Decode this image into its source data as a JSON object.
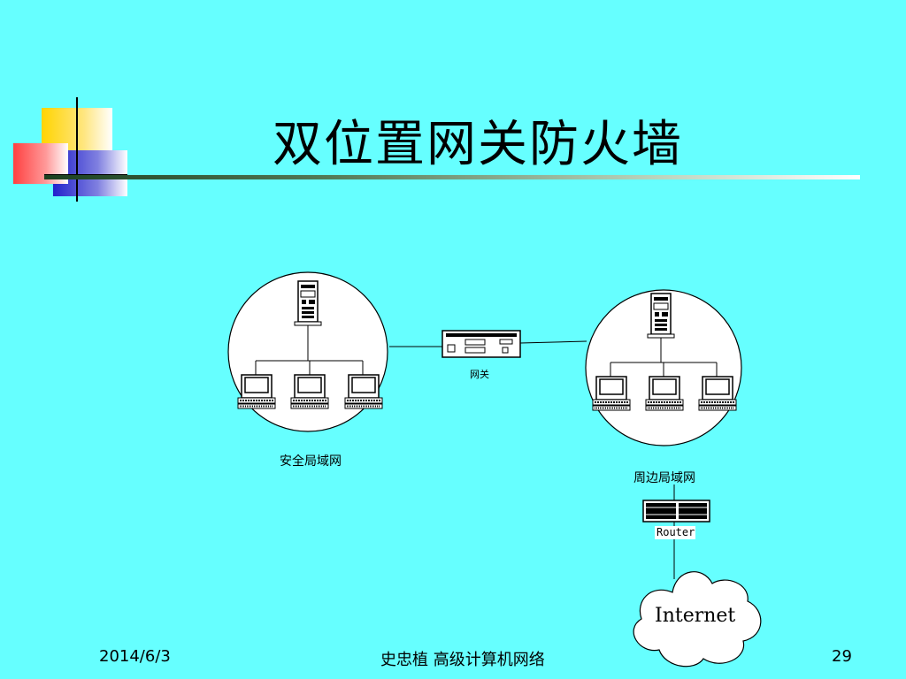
{
  "slide": {
    "title": "双位置网关防火墙",
    "footer": {
      "date": "2014/6/3",
      "center": "史忠植  高级计算机网络",
      "page": "29"
    }
  },
  "diagram": {
    "secure_lan_label": "安全局域网",
    "perimeter_lan_label": "周边局域网",
    "gateway_label": "网关",
    "router_label": "Router",
    "internet_label": "Internet"
  },
  "colors": {
    "background": "#66FFFF",
    "deco_yellow": "#FFD700",
    "deco_red": "#FF6A6A",
    "deco_blue": "#3333CC"
  }
}
